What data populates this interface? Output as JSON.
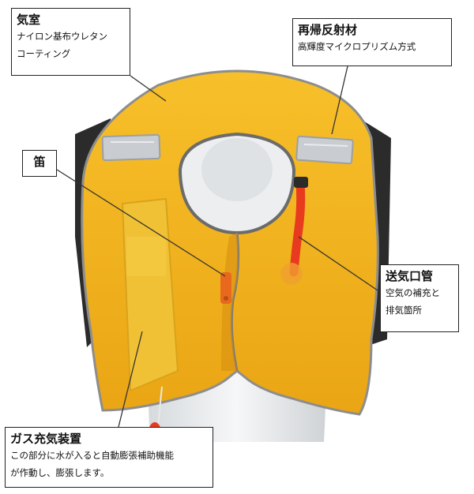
{
  "callouts": {
    "air_chamber": {
      "title": "気室",
      "lines": [
        "ナイロン基布ウレタン",
        "コーティング"
      ]
    },
    "reflective": {
      "title": "再帰反射材",
      "lines": [
        "高輝度マイクロプリズム方式"
      ]
    },
    "whistle": {
      "title": "笛"
    },
    "oral_tube": {
      "title": "送気口管",
      "lines": [
        "空気の補充と",
        "排気箇所"
      ]
    },
    "inflator": {
      "title": "ガス充気装置",
      "lines": [
        "この部分に水が入ると自動膨張補助機能",
        "が作動し、膨張します。"
      ]
    }
  },
  "colors": {
    "vest": "#f2b21c",
    "vest_shadow": "#d98f10",
    "piping": "#8d8d8d",
    "strap": "#2b2b2b",
    "tube": "#e83a1e",
    "reflector": "#c9cdd2",
    "leader_line": "#333333"
  }
}
